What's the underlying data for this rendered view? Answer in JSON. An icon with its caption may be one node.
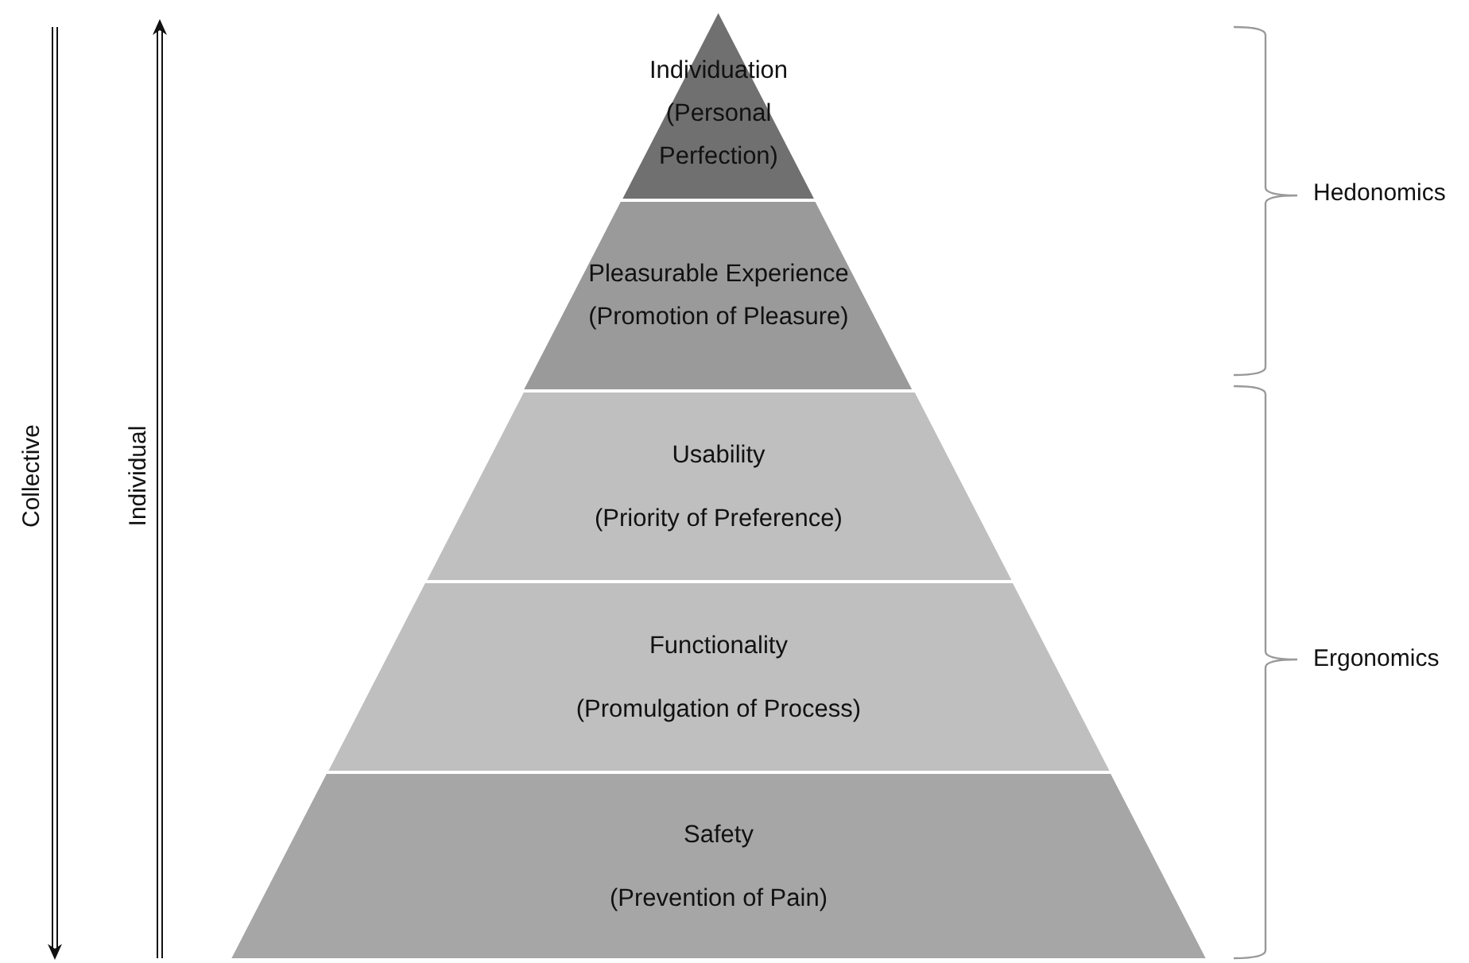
{
  "diagram": {
    "nodes": [
      {
        "text": [
          "Individuation",
          "(Personal Perfection)"
        ]
      },
      {
        "text": [
          "Pleasurable Experience",
          "(Promotion of Pleasure)"
        ]
      },
      {
        "text": [
          "Usability",
          "(Priority of Preference)"
        ]
      },
      {
        "text": [
          "Functionality",
          "(Promulgation of Process)"
        ]
      },
      {
        "text": [
          "Safety",
          "(Prevention of Pain)"
        ]
      }
    ],
    "labels": [
      "Collective",
      "Individual",
      "Hedonomics",
      "Ergonomics"
    ]
  }
}
